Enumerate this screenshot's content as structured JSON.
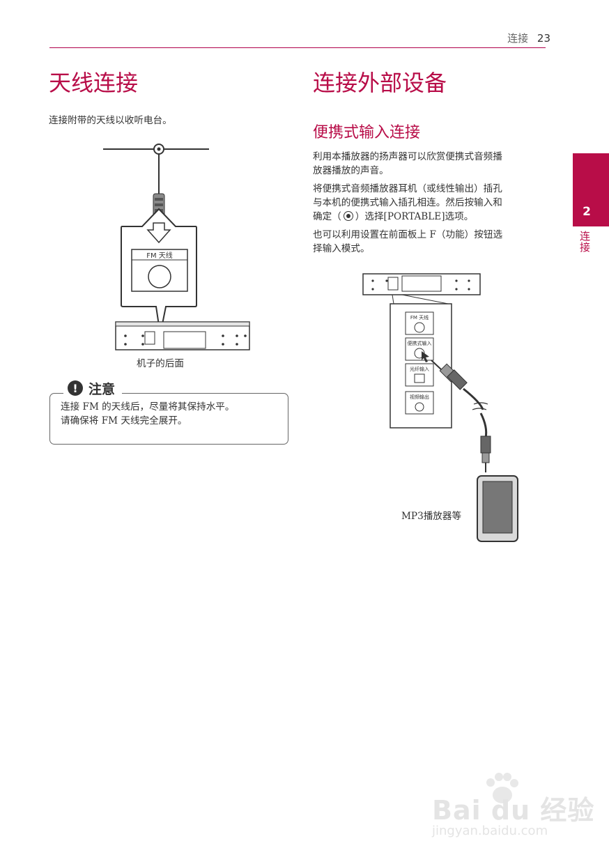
{
  "header": {
    "section": "连接",
    "page_number": "23"
  },
  "side_tab": {
    "number": "2",
    "label": "连接"
  },
  "left": {
    "title": "天线连接",
    "intro": "连接附带的天线以收听电台。",
    "diagram_label": "FM 天线",
    "caption": "机子的后面",
    "note": {
      "title": "注意",
      "lines": [
        "连接 FM 的天线后，尽量将其保持水平。",
        "请确保将 FM 天线完全展开。"
      ]
    }
  },
  "right": {
    "title": "连接外部设备",
    "subtitle": "便携式输入连接",
    "para1_lines": [
      "利用本播放器的扬声器可以欣赏便携式音频播",
      "放器播放的声音。"
    ],
    "para2_lines": [
      "将便携式音频播放器耳机（或线性输出）插孔",
      "与本机的便携式输入插孔相连。然后按输入和"
    ],
    "para2_line3_pre": "确定（",
    "para2_line3_post": "）选择[PORTABLE]选项。",
    "para3_lines": [
      "也可以利用设置在前面板上 F（功能）按钮选",
      "择输入模式。"
    ],
    "panel_labels": [
      "FM 天线",
      "便携式输入",
      "光纤输入",
      "视频输出"
    ],
    "caption": "MP3播放器等"
  },
  "watermark": {
    "main": "Bai du 经验",
    "sub": "jingyan.baidu.com"
  },
  "colors": {
    "accent": "#b80d48",
    "text": "#333333"
  },
  "icons": [
    "warning-icon",
    "enter-button-icon",
    "arrow-down-icon",
    "arrow-cursor-icon",
    "paw-icon"
  ]
}
